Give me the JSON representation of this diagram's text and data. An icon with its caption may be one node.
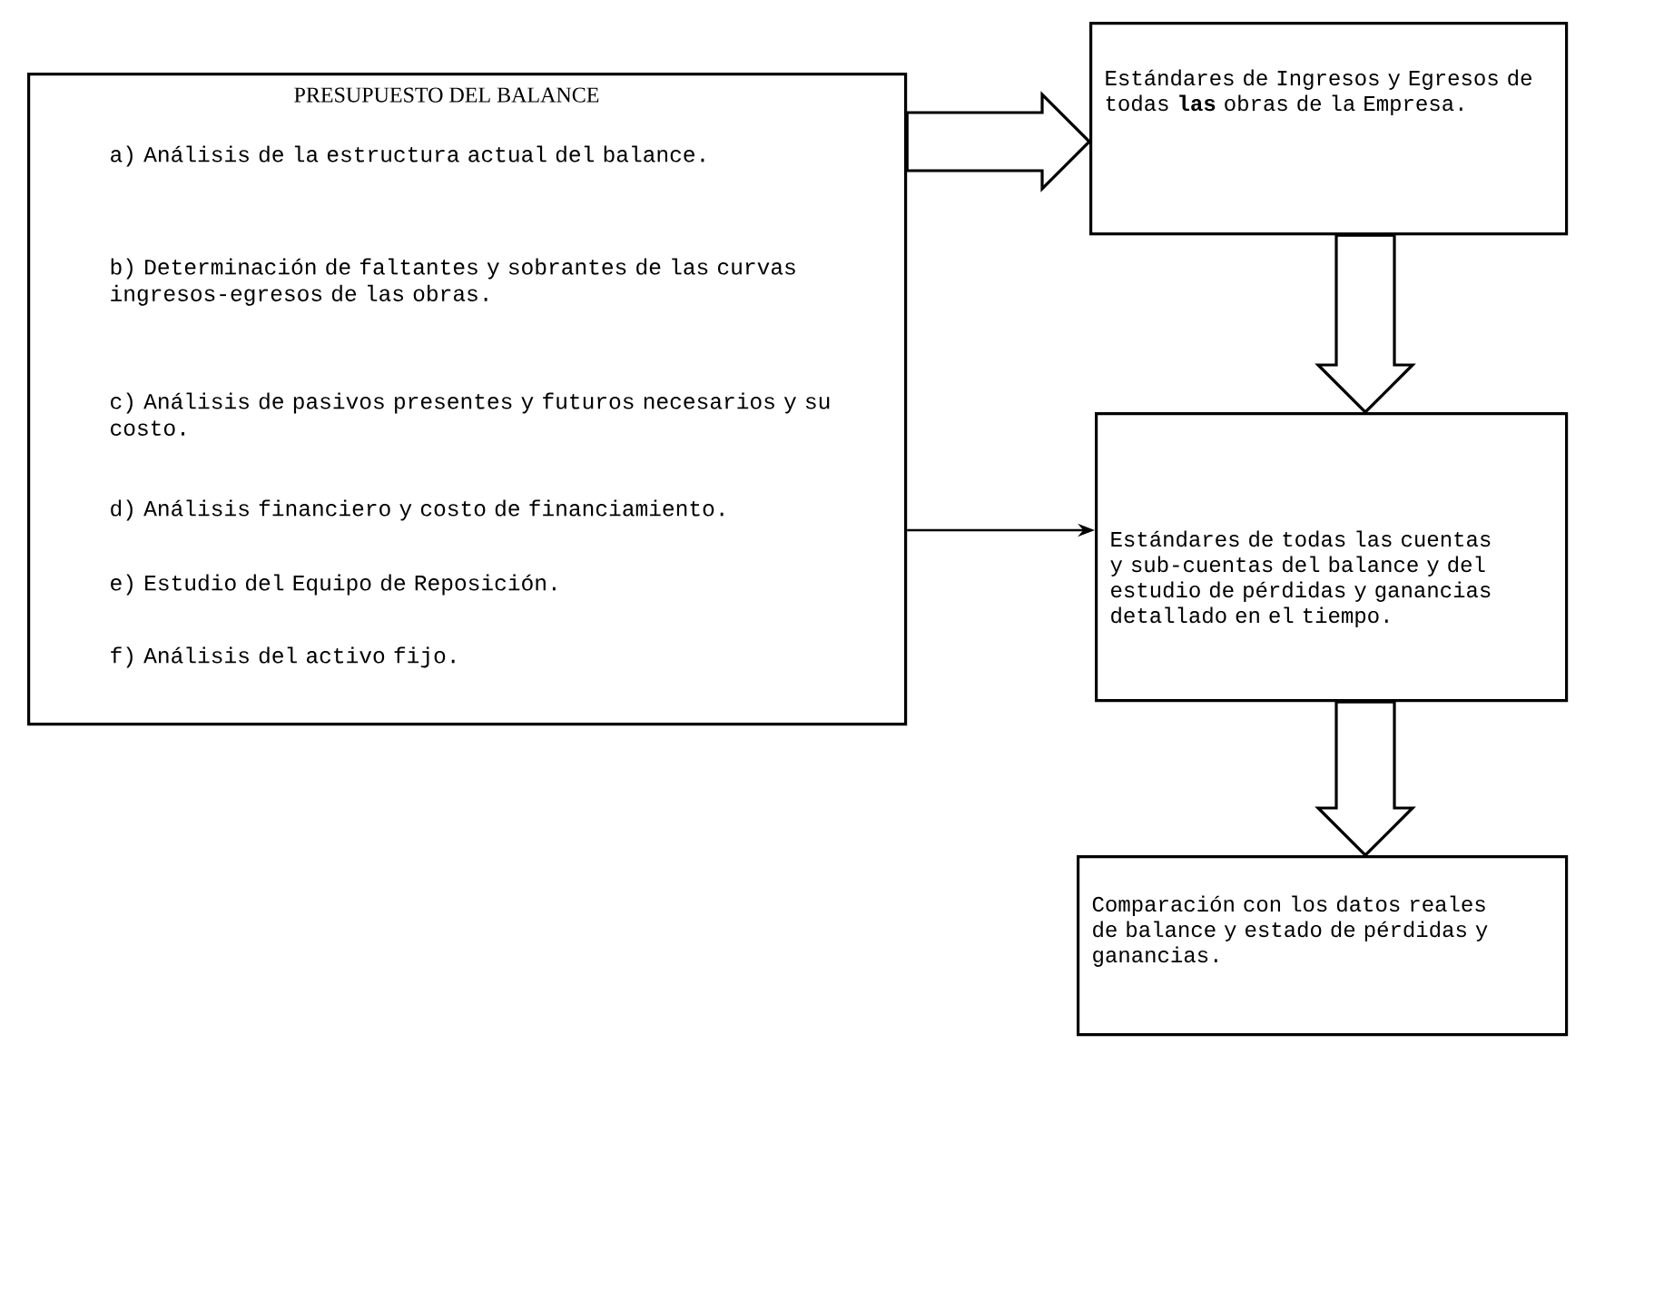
{
  "diagram": {
    "nodes": [
      {
        "text": [
          "PRESUPUESTO DEL BALANCE",
          "a) Análisis de la estructura actual del balance.",
          "b) Determinación de faltantes y sobrantes de las curvas ingresos-egresos de las obras.",
          "c) Análisis de pasivos presentes y futuros necesarios y su costo.",
          "d) Análisis financiero y costo de financiamiento.",
          "e) Estudio del Equipo de Reposición.",
          "f) Análisis del activo fijo."
        ]
      },
      {
        "text": [
          "Estándares de Ingresos y Egresos de todas **las** obras de la Empresa."
        ]
      },
      {
        "text": [
          "Estándares de todas las cuentas y sub-cuentas del balance y del estudio de pérdidas y ganancias detallado en el tiempo."
        ]
      },
      {
        "text": [
          "Comparación con los datos reales de balance y estado de pérdidas y ganancias."
        ]
      }
    ],
    "edges": [
      {
        "from": 0,
        "to": 1,
        "arrow": "to",
        "style": "thick"
      },
      {
        "from": 1,
        "to": 2,
        "arrow": "to",
        "style": "thick"
      },
      {
        "from": 0,
        "to": 2,
        "arrow": "to"
      },
      {
        "from": 2,
        "to": 3,
        "arrow": "to",
        "style": "thick"
      }
    ]
  }
}
